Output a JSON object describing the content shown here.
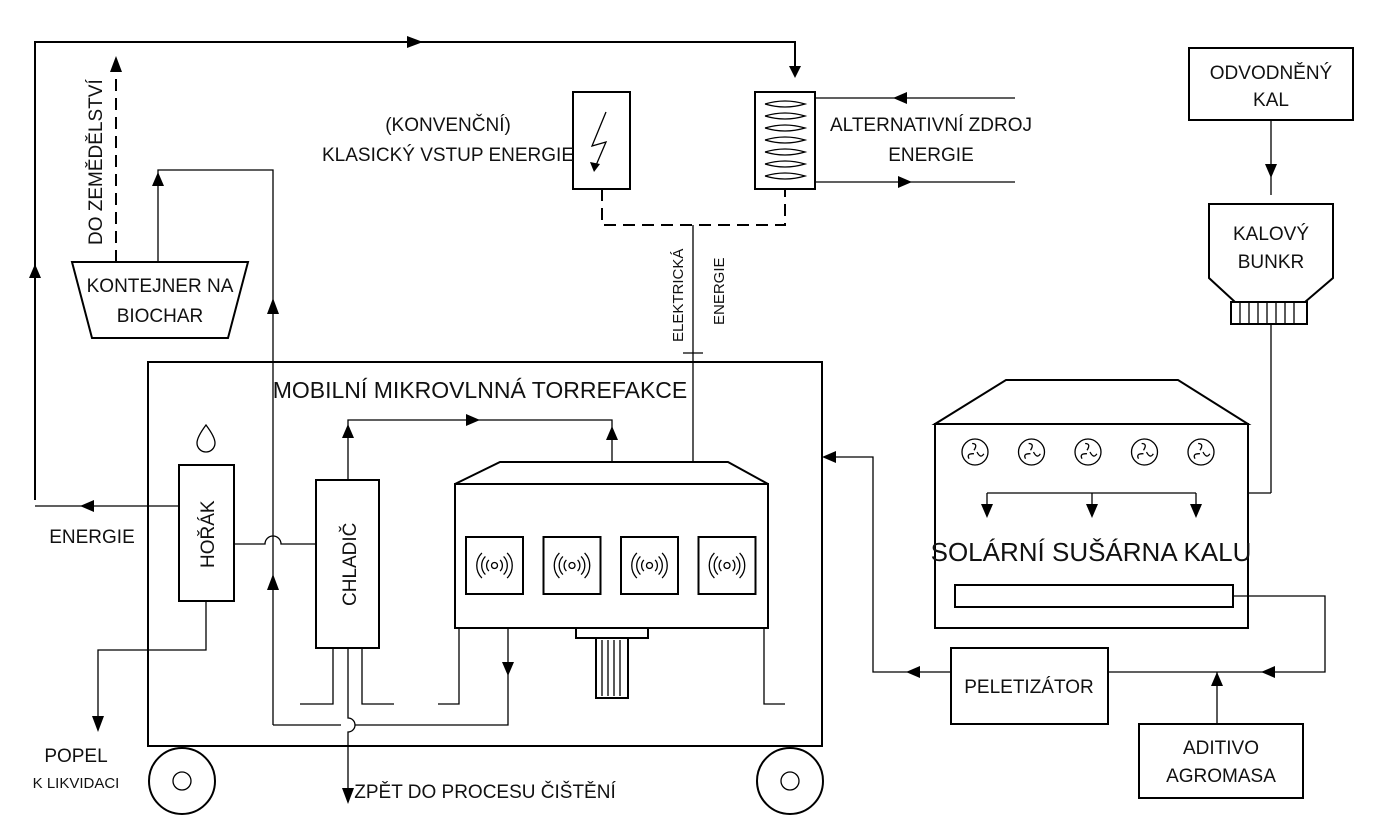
{
  "labels": {
    "sewage_sludge_l1": "ODVODNĚNÝ",
    "sewage_sludge_l2": "KAL",
    "bunker_l1": "KALOVÝ",
    "bunker_l2": "BUNKR",
    "conventional_l1": "(KONVENČNÍ)",
    "conventional_l2": "KLASICKÝ VSTUP ENERGIE",
    "alternative_l1": "ALTERNATIVNÍ ZDROJ",
    "alternative_l2": "ENERGIE",
    "electric_l1": "ELEKTRICKÁ",
    "electric_l2": "ENERGIE",
    "agriculture": "DO ZEMĚDĚLSTVÍ",
    "biochar_l1": "KONTEJNER NA",
    "biochar_l2": "BIOCHAR",
    "mobile_unit": "MOBILNÍ MIKROVLNNÁ TORREFAKCE",
    "burner": "HOŘÁK",
    "cooler": "CHLADIČ",
    "energy": "ENERGIE",
    "ash_l1": "POPEL",
    "ash_l2": "K LIKVIDACI",
    "back_to_process": "ZPĚT DO PROCESU ČIŠTĚNÍ",
    "solar_dryer": "SOLÁRNÍ SUŠÁRNA KALU",
    "pelletizer": "PELETIZÁTOR",
    "additive_l1": "ADITIVO",
    "additive_l2": "AGROMASA"
  },
  "icons": {
    "conventional_source": "lightning-bolt-icon",
    "alternative_source": "heating-coil-icon",
    "burner_fuel": "flame-drop-icon",
    "dryer_fans": "fan-icon",
    "microwave_units": "microwave-emitter-icon",
    "wheels": "wheel-icon"
  },
  "counts": {
    "dryer_fans": 5,
    "microwave_units": 4
  },
  "colors": {
    "line": "#000000",
    "background": "#ffffff"
  }
}
